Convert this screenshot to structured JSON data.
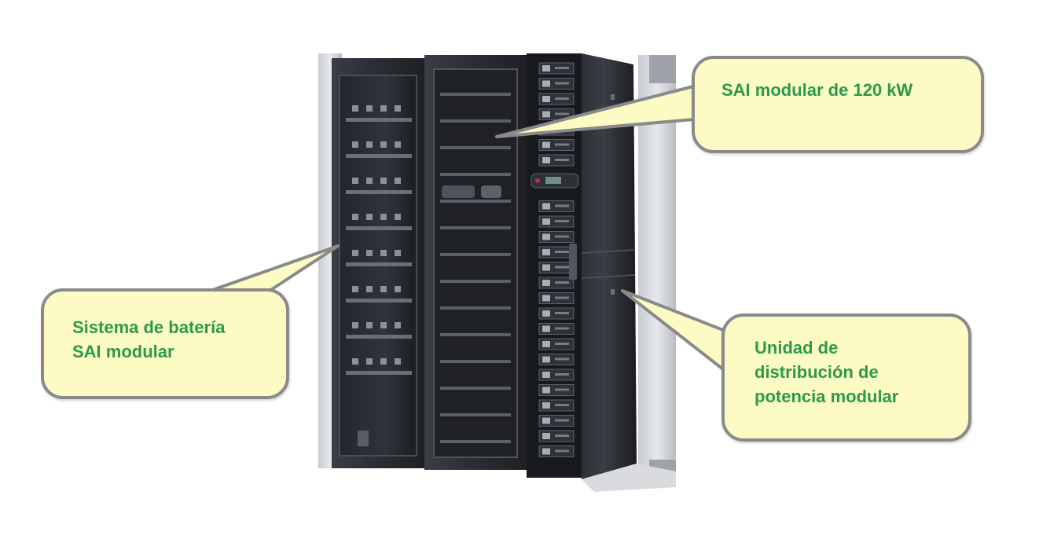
{
  "colors": {
    "callout_fill": "#fdfbc4",
    "callout_border": "#8a8a8a",
    "callout_text": "#2c9a4a"
  },
  "callouts": {
    "ups_module": {
      "lines": [
        "SAI modular de 120 kW"
      ]
    },
    "battery_system": {
      "lines": [
        "Sistema de batería",
        "SAI modular"
      ]
    },
    "power_distribution": {
      "lines": [
        "Unidad de",
        "distribución de",
        "potencia modular"
      ]
    }
  }
}
